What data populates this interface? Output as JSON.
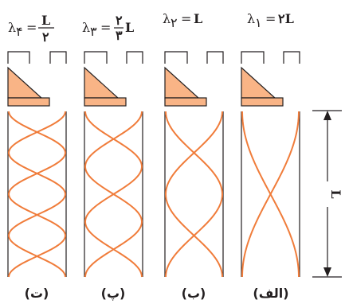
{
  "colors": {
    "wave": "#f07c3a",
    "fipple_fill": "#f9b486",
    "stroke": "#231f20"
  },
  "pipes": [
    {
      "id": "t",
      "caption": "(ت)",
      "lambda_symbol": "λ",
      "lambda_sub": "۴",
      "equals": "=",
      "value_num": "L",
      "value_den": "۲",
      "value_coef": "",
      "half_wavelengths": 4
    },
    {
      "id": "p",
      "caption": "(پ)",
      "lambda_symbol": "λ",
      "lambda_sub": "۳",
      "equals": "=",
      "value_num": "۲",
      "value_den": "۳",
      "value_coef": "L",
      "half_wavelengths": 3
    },
    {
      "id": "b",
      "caption": "(ب)",
      "lambda_symbol": "λ",
      "lambda_sub": "۲",
      "equals": "=",
      "value_text": "L",
      "half_wavelengths": 2
    },
    {
      "id": "alef",
      "caption": "(الف)",
      "lambda_symbol": "λ",
      "lambda_sub": "۱",
      "equals": "=",
      "value_text": "۲L",
      "half_wavelengths": 1
    }
  ],
  "dimension_label": "L"
}
